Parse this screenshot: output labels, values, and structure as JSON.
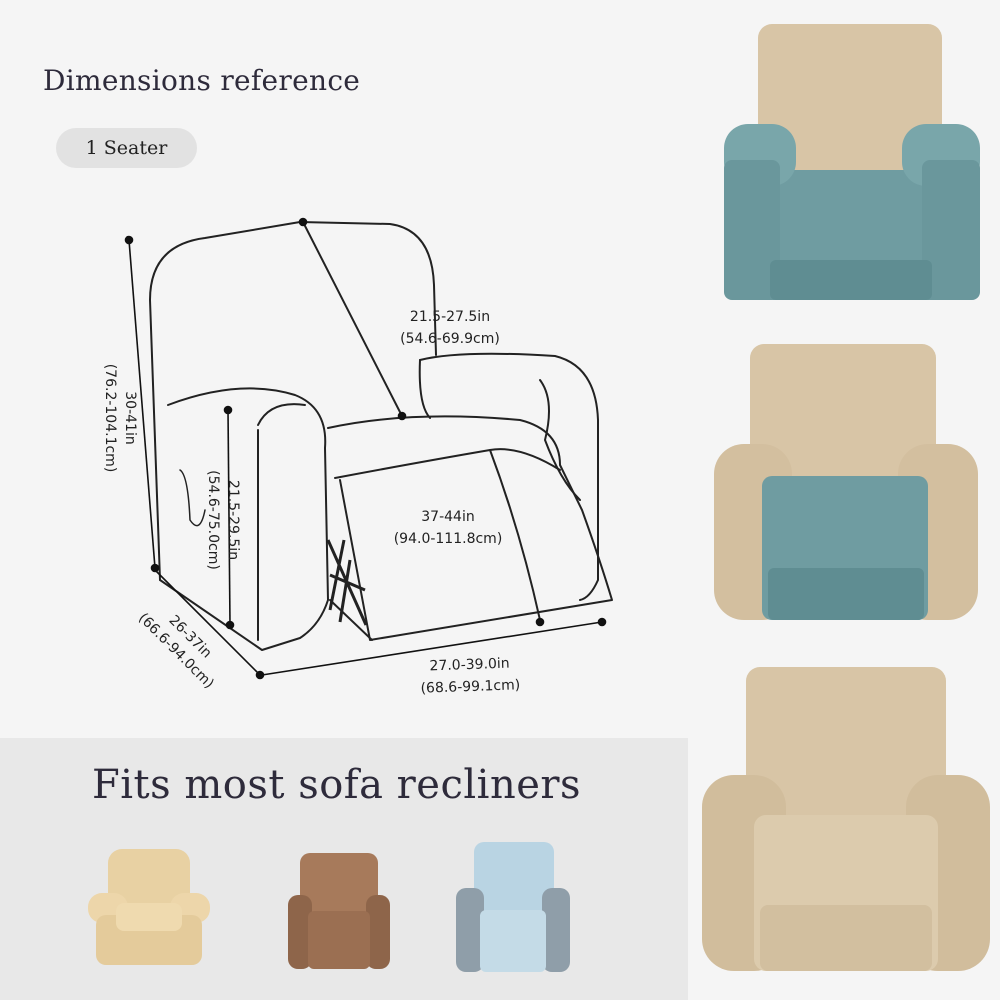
{
  "header": {
    "title": "Dimensions reference",
    "size_tab": "1 Seater"
  },
  "dimensions": {
    "height_in": "30-41in",
    "height_cm": "(76.2-104.1cm)",
    "back_width_in": "21.5-27.5in",
    "back_width_cm": "(54.6-69.9cm)",
    "arm_height_in": "21.5-29.5in",
    "arm_height_cm": "(54.6-75.0cm)",
    "seat_length_in": "37-44in",
    "seat_length_cm": "(94.0-111.8cm)",
    "depth_in": "26-37in",
    "depth_cm": "(66.6-94.0cm)",
    "width_in": "27.0-39.0in",
    "width_cm": "(68.6-99.1cm)"
  },
  "footer": {
    "title": "Fits most sofa recliners"
  },
  "colors": {
    "text_dark": "#2e2b3b",
    "beige": "#d8c4a4",
    "teal": "#6f9da2"
  },
  "thumbnails": [
    {
      "name": "cream-recliner"
    },
    {
      "name": "brown-recliner"
    },
    {
      "name": "light-blue-recliner"
    }
  ]
}
